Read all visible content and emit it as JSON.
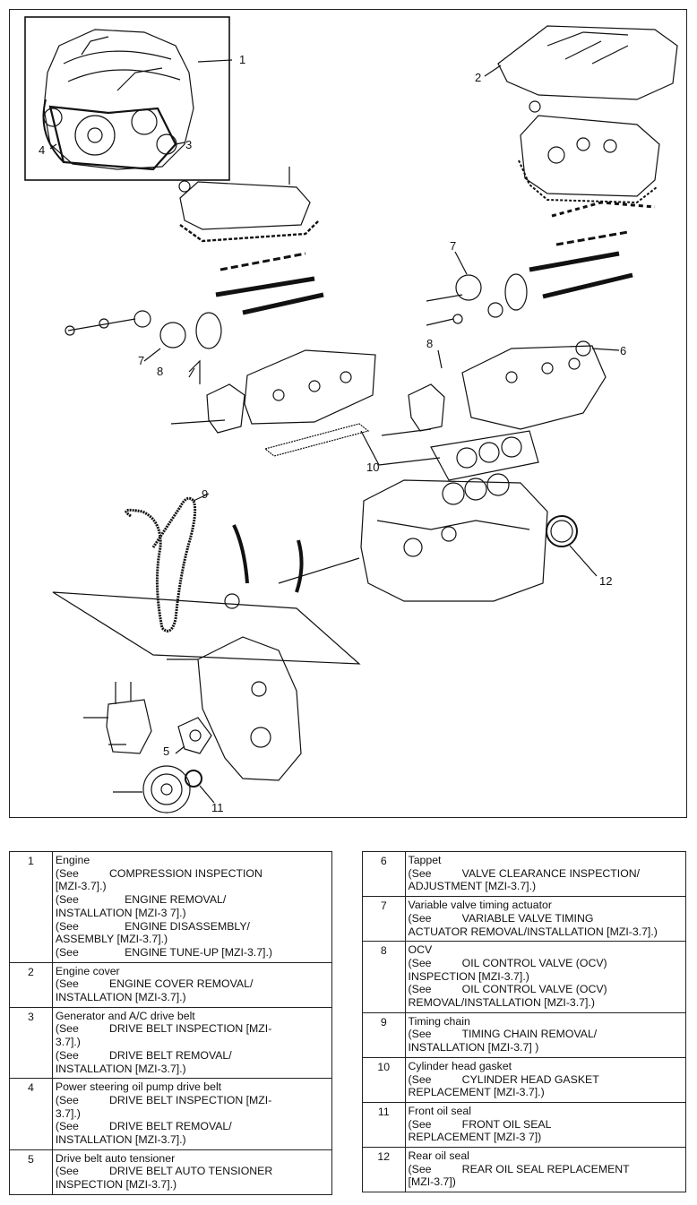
{
  "callouts": [
    "1",
    "2",
    "3",
    "4",
    "5",
    "6",
    "7",
    "7",
    "8",
    "8",
    "9",
    "10",
    "11",
    "12"
  ],
  "left_table": [
    {
      "num": "1",
      "lines": [
        "Engine",
        "(See          COMPRESSION INSPECTION",
        "[MZI-3.7].)",
        "(See               ENGINE REMOVAL/",
        "INSTALLATION [MZI-3 7].)",
        "(See               ENGINE DISASSEMBLY/",
        "ASSEMBLY [MZI-3.7].)",
        "(See               ENGINE TUNE-UP [MZI-3.7].)"
      ]
    },
    {
      "num": "2",
      "lines": [
        "Engine cover",
        "(See          ENGINE COVER REMOVAL/",
        "INSTALLATION [MZI-3.7].)"
      ]
    },
    {
      "num": "3",
      "lines": [
        "Generator and A/C drive belt",
        "(See          DRIVE BELT INSPECTION [MZI-",
        "3.7].)",
        "(See          DRIVE BELT REMOVAL/",
        "INSTALLATION [MZI-3.7].)"
      ]
    },
    {
      "num": "4",
      "lines": [
        "Power steering oil pump drive belt",
        "(See          DRIVE BELT INSPECTION [MZI-",
        "3.7].)",
        "(See          DRIVE BELT REMOVAL/",
        "INSTALLATION [MZI-3.7].)"
      ]
    },
    {
      "num": "5",
      "lines": [
        "Drive belt auto tensioner",
        "(See          DRIVE BELT AUTO TENSIONER",
        "INSPECTION [MZI-3.7].)"
      ]
    }
  ],
  "right_table": [
    {
      "num": "6",
      "lines": [
        "Tappet",
        "(See          VALVE CLEARANCE INSPECTION/",
        "ADJUSTMENT [MZI-3.7].)"
      ]
    },
    {
      "num": "7",
      "lines": [
        "Variable valve timing actuator",
        "(See          VARIABLE VALVE TIMING",
        "ACTUATOR REMOVAL/INSTALLATION [MZI-3.7].)"
      ]
    },
    {
      "num": "8",
      "lines": [
        "OCV",
        "(See          OIL CONTROL VALVE (OCV)",
        "INSPECTION [MZI-3.7].)",
        "(See          OIL CONTROL VALVE (OCV)",
        "REMOVAL/INSTALLATION [MZI-3.7].)"
      ]
    },
    {
      "num": "9",
      "lines": [
        "Timing chain",
        "(See          TIMING CHAIN REMOVAL/",
        "INSTALLATION [MZI-3.7] )"
      ]
    },
    {
      "num": "10",
      "lines": [
        "Cylinder head gasket",
        "(See          CYLINDER HEAD GASKET",
        "REPLACEMENT [MZI-3.7].)"
      ]
    },
    {
      "num": "11",
      "lines": [
        "Front oil seal",
        "(See          FRONT OIL SEAL",
        "REPLACEMENT [MZI-3 7])"
      ]
    },
    {
      "num": "12",
      "lines": [
        "Rear oil seal",
        "(See          REAR OIL SEAL REPLACEMENT",
        "[MZI-3.7])"
      ]
    }
  ]
}
